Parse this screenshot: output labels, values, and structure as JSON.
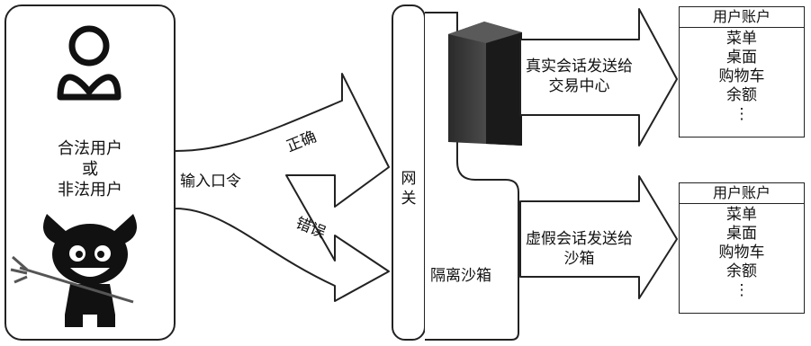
{
  "users": {
    "label_lines": [
      "合法用户",
      "或",
      "非法用户"
    ]
  },
  "input_label": "输入口令",
  "correct_label": "正确",
  "wrong_label": "错误",
  "gateway_label": "网关",
  "sandbox_label": "隔离沙箱",
  "real_session_label": [
    "真实会话发送给",
    "交易中心"
  ],
  "fake_session_label": [
    "虚假会话发送给",
    "沙箱"
  ],
  "accounts": [
    {
      "title": "用户账户",
      "items": [
        "菜单",
        "桌面",
        "购物车",
        "余额",
        "⋮"
      ]
    },
    {
      "title": "用户账户",
      "items": [
        "菜单",
        "桌面",
        "购物车",
        "余额",
        "⋮"
      ]
    }
  ]
}
